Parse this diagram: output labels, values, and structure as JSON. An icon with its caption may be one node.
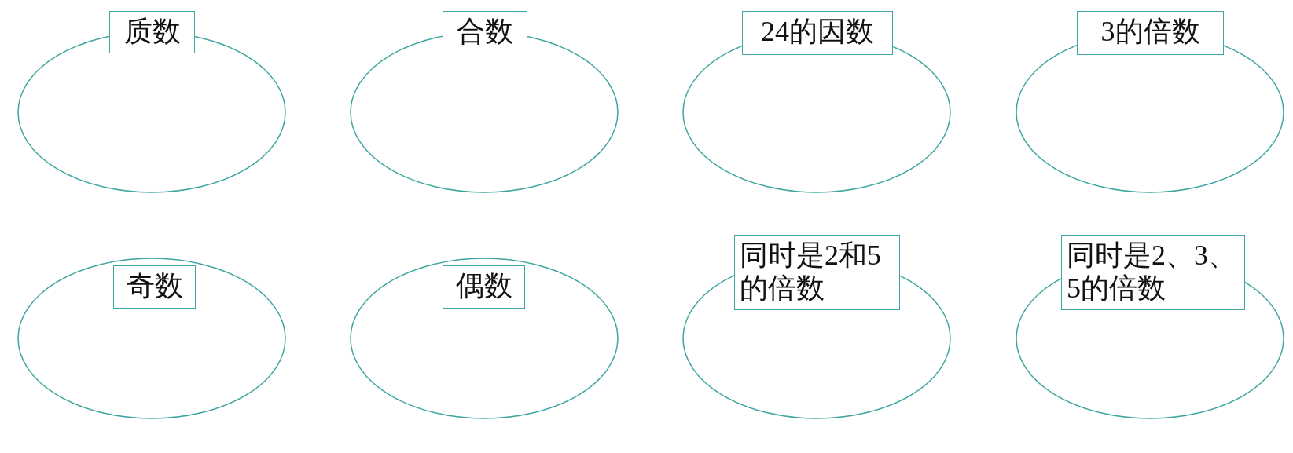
{
  "diagram": {
    "nodes": [
      {
        "text": [
          "质数"
        ]
      },
      {
        "text": [
          "合数"
        ]
      },
      {
        "text": [
          "24的因数"
        ]
      },
      {
        "text": [
          "3的倍数"
        ]
      },
      {
        "text": [
          "奇数"
        ]
      },
      {
        "text": [
          "偶数"
        ]
      },
      {
        "text": [
          "同时是2和5的倍数"
        ]
      },
      {
        "text": [
          "同时是2、3、5的倍数"
        ]
      }
    ]
  }
}
